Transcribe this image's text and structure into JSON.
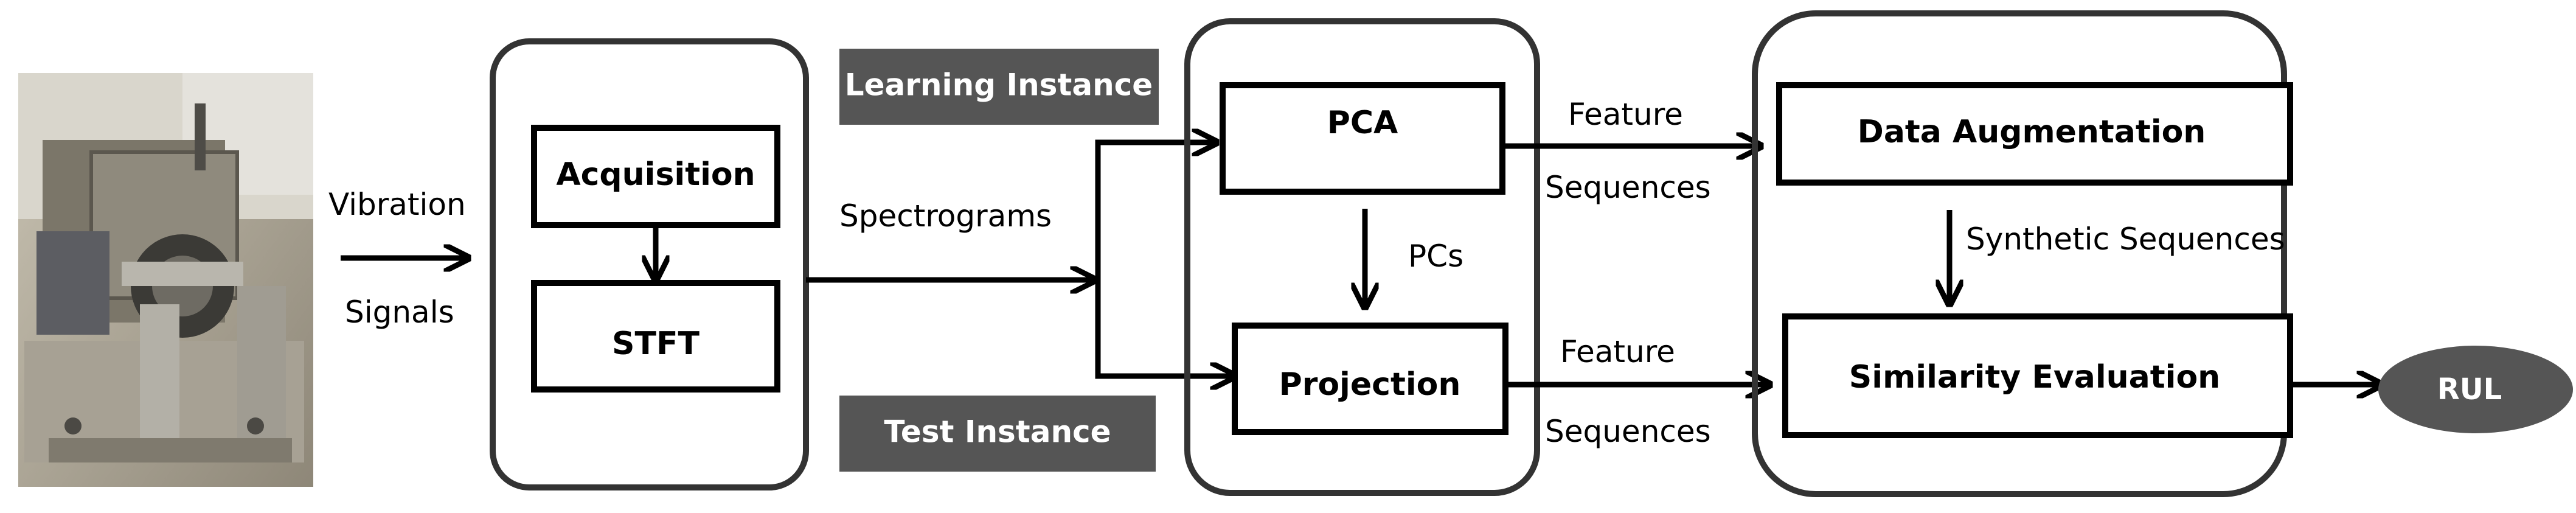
{
  "input": {
    "signal_label_line1": "Vibration",
    "signal_label_line2": "Signals"
  },
  "preprocessing": {
    "acquisition_label": "Acquisition",
    "stft_label": "STFT",
    "output_label": "Spectrograms"
  },
  "banners": {
    "learning_label": "Learning Instance",
    "test_label": "Test Instance"
  },
  "feature_extraction": {
    "pca_label": "PCA",
    "projection_label": "Projection",
    "pcs_label": "PCs"
  },
  "feature_links": {
    "top_line1": "Feature",
    "top_line2": "Sequences",
    "bottom_line1": "Feature",
    "bottom_line2": "Sequences"
  },
  "prognosis": {
    "augmentation_label": "Data Augmentation",
    "synthetic_label": "Synthetic Sequences",
    "similarity_label": "Similarity Evaluation"
  },
  "output": {
    "rul_label": "RUL"
  },
  "colors": {
    "banner": "#555555",
    "rul": "#555555",
    "frame": "#333333",
    "line": "#000000"
  }
}
